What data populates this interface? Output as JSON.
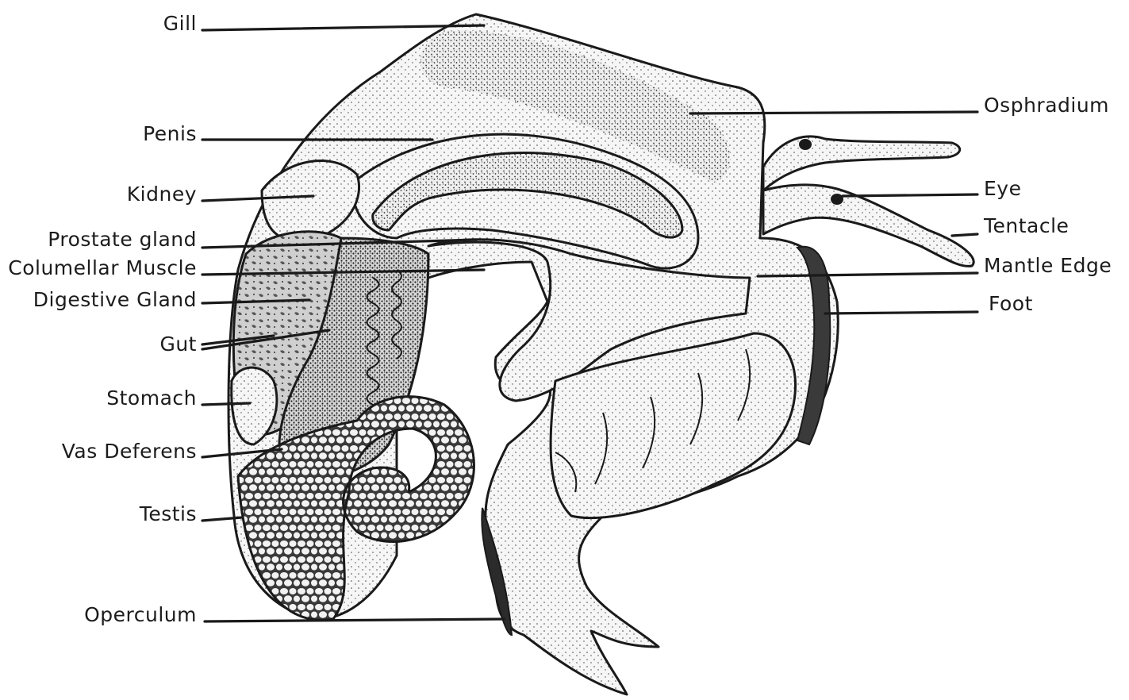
{
  "diagram": {
    "left_labels": [
      {
        "id": "gill",
        "text": "Gill"
      },
      {
        "id": "penis",
        "text": "Penis"
      },
      {
        "id": "kidney",
        "text": "Kidney"
      },
      {
        "id": "prostate",
        "text": "Prostate gland"
      },
      {
        "id": "columellar",
        "text": "Columellar Muscle"
      },
      {
        "id": "digestive",
        "text": "Digestive Gland"
      },
      {
        "id": "gut",
        "text": "Gut"
      },
      {
        "id": "stomach",
        "text": "Stomach"
      },
      {
        "id": "vas",
        "text": "Vas Deferens"
      },
      {
        "id": "testis",
        "text": "Testis"
      },
      {
        "id": "operculum",
        "text": "Operculum"
      }
    ],
    "right_labels": [
      {
        "id": "osphradium",
        "text": "Osphradium"
      },
      {
        "id": "eye",
        "text": "Eye"
      },
      {
        "id": "tentacle",
        "text": "Tentacle"
      },
      {
        "id": "mantle",
        "text": "Mantle Edge"
      },
      {
        "id": "foot",
        "text": "Foot"
      }
    ]
  }
}
